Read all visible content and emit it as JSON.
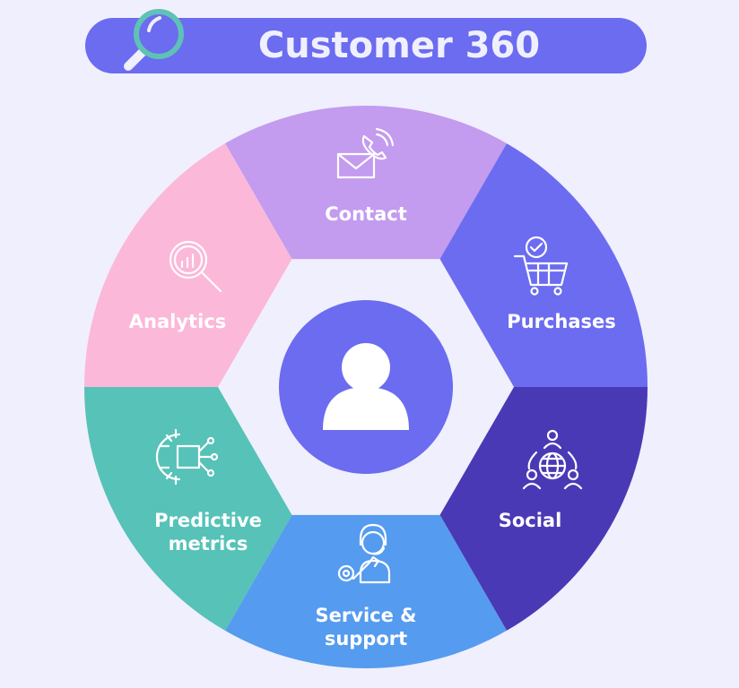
{
  "title": "Customer 360",
  "colors": {
    "background": "#f0effd",
    "title_pill": "#6b6cf0",
    "magnifier_ring": "#5ec2b5",
    "center_circle": "#6b6cf0"
  },
  "center": {
    "icon": "user-icon"
  },
  "segments": [
    {
      "label": "Contact",
      "icon": "mail-phone-icon",
      "color": "#c39bef"
    },
    {
      "label": "Purchases",
      "icon": "shopping-cart-check-icon",
      "color": "#6b6cf0"
    },
    {
      "label": "Social",
      "icon": "globe-people-network-icon",
      "color": "#4a39b5"
    },
    {
      "label": "Service & support",
      "icon": "support-agent-wrench-icon",
      "color": "#559bef"
    },
    {
      "label": "Predictive metrics",
      "icon": "ai-gear-chip-icon",
      "color": "#56c2b8"
    },
    {
      "label": "Analytics",
      "icon": "chart-magnifier-icon",
      "color": "#fbb8d8"
    }
  ]
}
